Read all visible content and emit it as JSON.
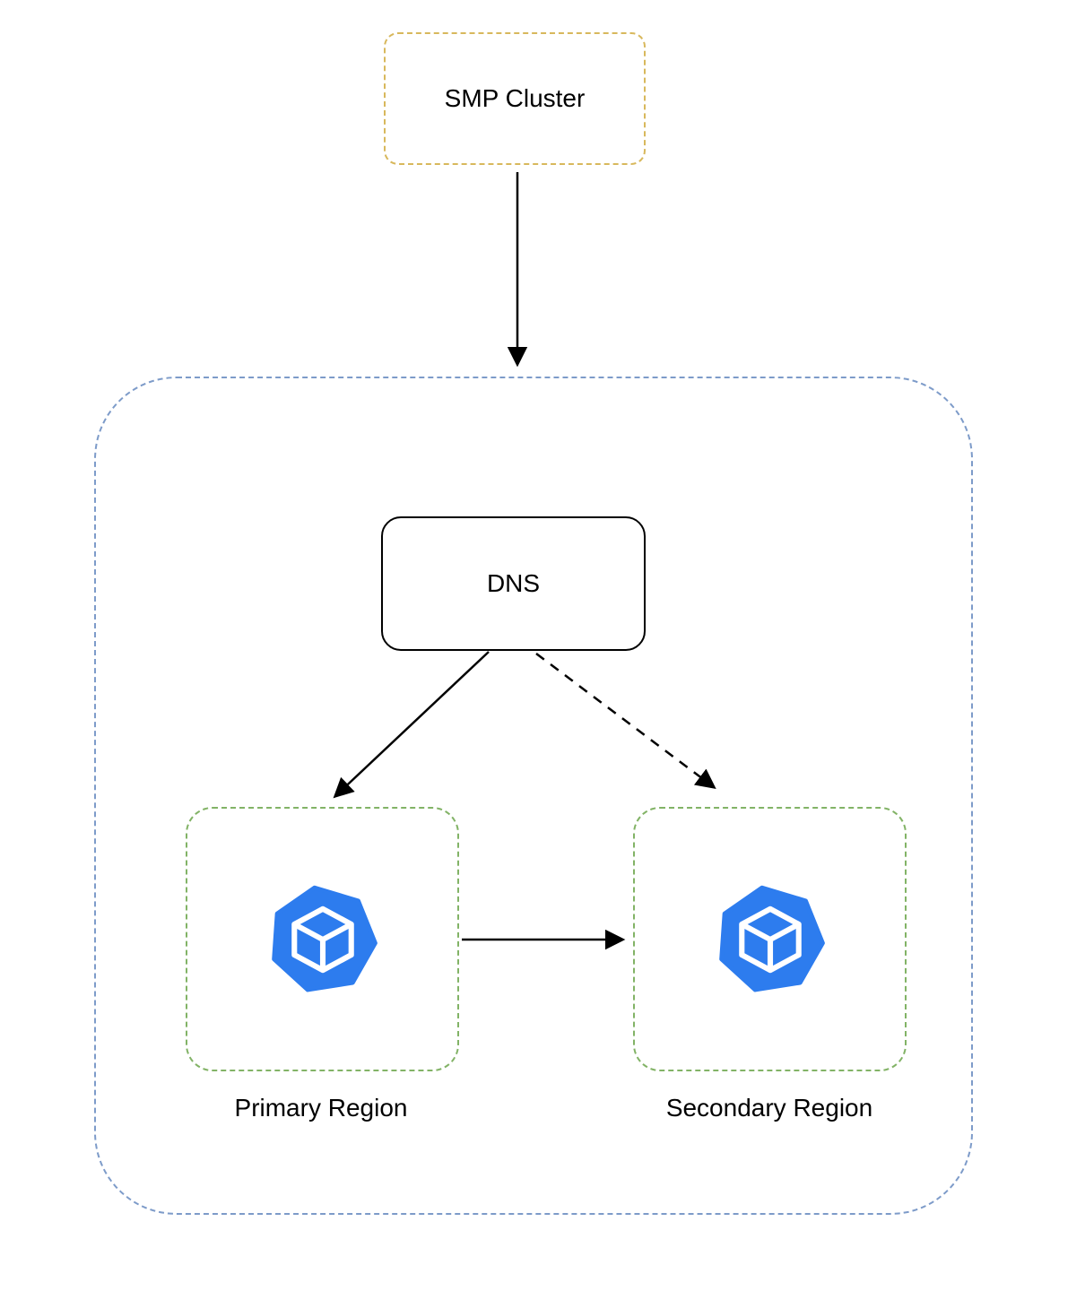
{
  "diagram": {
    "background": "#ffffff",
    "nodes": {
      "smp_cluster": {
        "label": "SMP Cluster",
        "border_color": "#D8B85C",
        "border_style": "dashed"
      },
      "outer_container": {
        "label": "",
        "border_color": "#7D9BC9",
        "border_style": "dashed"
      },
      "dns": {
        "label": "DNS",
        "border_color": "#000000",
        "border_style": "solid"
      },
      "primary_region": {
        "label": "Primary Region",
        "border_color": "#82B366",
        "border_style": "dashed"
      },
      "secondary_region": {
        "label": "Secondary Region",
        "border_color": "#82B366",
        "border_style": "dashed"
      }
    },
    "icons": {
      "cluster": {
        "name": "cube-in-heptagon-cluster-icon",
        "color": "#2D7CEE"
      }
    },
    "edges": [
      {
        "from": "smp_cluster",
        "to": "outer_container",
        "style": "solid",
        "arrow": "end"
      },
      {
        "from": "dns",
        "to": "primary_region",
        "style": "solid",
        "arrow": "end"
      },
      {
        "from": "dns",
        "to": "secondary_region",
        "style": "dashed",
        "arrow": "end"
      },
      {
        "from": "primary_region",
        "to": "secondary_region",
        "style": "solid",
        "arrow": "end"
      }
    ]
  }
}
